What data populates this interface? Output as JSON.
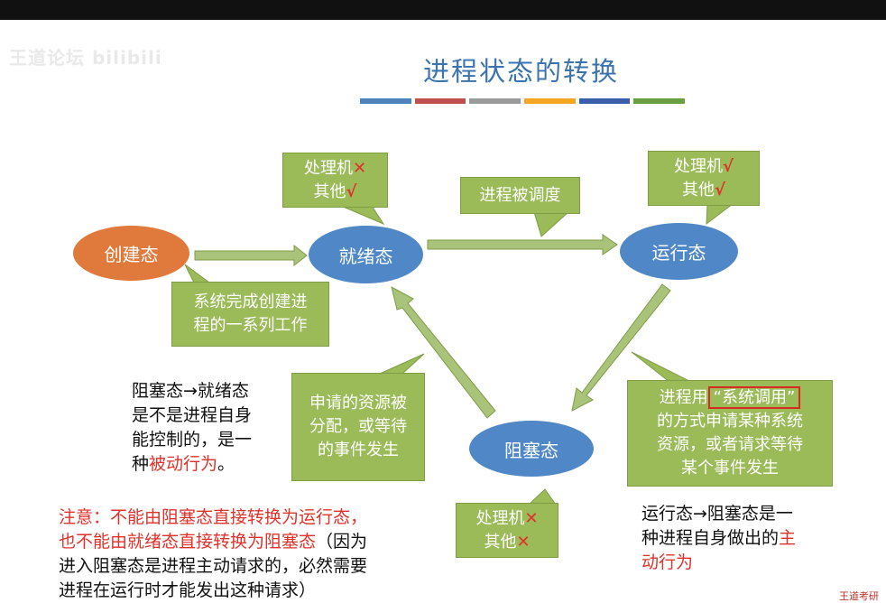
{
  "header": {
    "watermark": "王道论坛 bilibili",
    "title": "进程状态的转换"
  },
  "title_stripes": [
    "#4f81bd",
    "#c0504d",
    "#9a9a9a",
    "#f5a623",
    "#3a5ea8",
    "#6aa043"
  ],
  "states": {
    "create": "创建态",
    "ready": "就绪态",
    "running": "运行态",
    "blocked": "阻塞态"
  },
  "callouts": {
    "ready_resources": {
      "line1": "处理机",
      "mark1": "✕",
      "line2": "其他",
      "mark2": "√"
    },
    "running_resources": {
      "line1": "处理机",
      "mark1": "√",
      "line2": "其他",
      "mark2": "√"
    },
    "blocked_resources": {
      "line1": "处理机",
      "mark1": "✕",
      "line2": "其他",
      "mark2": "✕"
    },
    "dispatch": "进程被调度",
    "create_work": {
      "line1": "系统完成创建进",
      "line2": "程的一系列工作"
    },
    "resource_granted": {
      "line1": "申请的资源被",
      "line2": "分配，或等待",
      "line3": "的事件发生"
    },
    "syscall": {
      "line1_a": "进程用",
      "line1_b": "“系统调用”",
      "line2": "的方式申请某种系统",
      "line3": "资源，或者请求等待",
      "line4": "某个事件发生"
    }
  },
  "notes": {
    "left": {
      "line1": "阻塞态→就绪态",
      "line2": "是不是进程自身",
      "line3": "能控制的，是一",
      "line4_a": "种",
      "line4_b": "被动行为",
      "line4_c": "。"
    },
    "warning": {
      "line1": "注意：不能由阻塞态直接转换为运行态，",
      "line2_a": "也不能由就绪态直接转换为阻塞态",
      "line2_b": "（因为",
      "line3": "进入阻塞态是进程主动请求的，必然需要",
      "line4": "进程在运行时才能发出这种请求）"
    },
    "right": {
      "line1": "运行态→阻塞态是一",
      "line2_a": "种进程自身做出的",
      "line2_b": "主",
      "line3": "动行为"
    }
  },
  "corner_text": "王道考研"
}
